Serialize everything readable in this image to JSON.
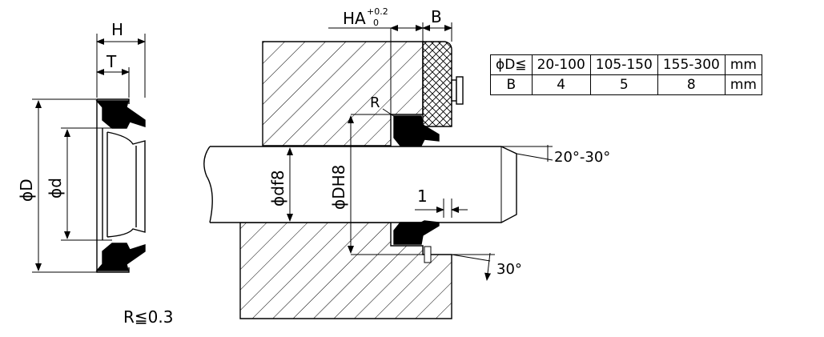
{
  "labels": {
    "H": "H",
    "T": "T",
    "D": "ϕD",
    "d": "ϕd",
    "HA": "HA",
    "HA_tol_upper": "+0.2",
    "HA_tol_lower": "0",
    "B": "B",
    "R": "R",
    "df8": "ϕdf8",
    "DH8": "ϕDH8",
    "one": "1",
    "angle1": "20°-30°",
    "angle2": "30°",
    "r_note": "R≦0.3"
  },
  "table": {
    "header": [
      "ϕD≦",
      "20-100",
      "105-150",
      "155-300",
      "mm"
    ],
    "row": [
      "B",
      "4",
      "5",
      "8",
      "mm"
    ]
  }
}
